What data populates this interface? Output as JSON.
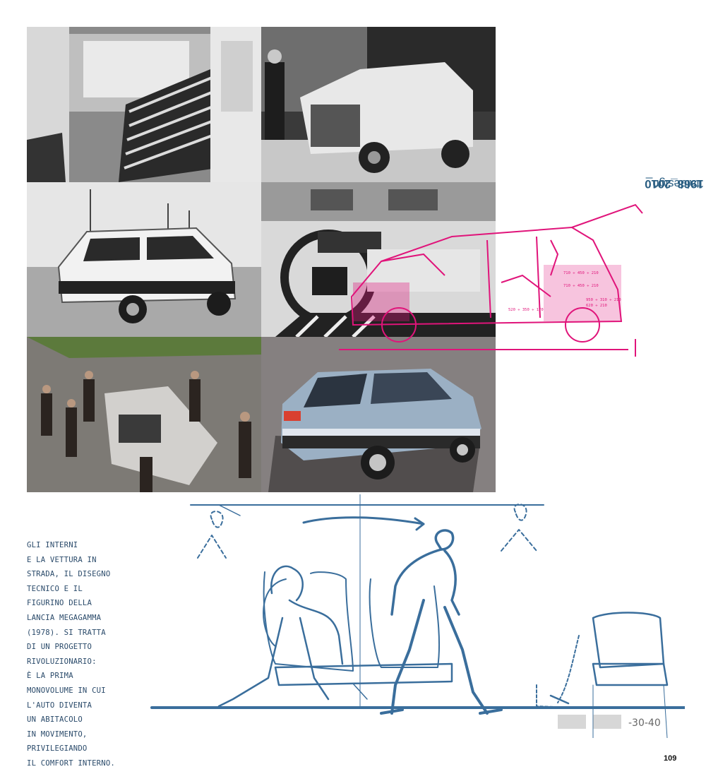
{
  "side_title": {
    "light": "Italdesign_",
    "bold": "1968_2010"
  },
  "caption": {
    "lines": [
      "GLI INTERNI",
      "E LA VETTURA IN",
      "STRADA, IL DISEGNO",
      "TECNICO E IL",
      "FIGURINO DELLA",
      "LANCIA MEGAGAMMA",
      "(1978). SI TRATTA",
      "DI UN PROGETTO",
      "RIVOLUZIONARIO:",
      "È LA PRIMA",
      "MONOVOLUME IN CUI",
      "L'AUTO DIVENTA",
      "UN ABITACOLO",
      "IN MOVIMENTO,",
      "PRIVILEGIANDO",
      "IL COMFORT INTERNO."
    ]
  },
  "sketch_annotation": "-30-40",
  "drawing_dims": {
    "d1": "710 ÷ 450 ÷ 210",
    "d2": "710 ÷ 450 ÷ 210",
    "d3": "950 ÷ 310 ÷ 210",
    "d4": "620 ÷ 210",
    "d5": "520 ÷ 350 ÷ 170"
  },
  "page_number": "109",
  "colors": {
    "title": "#2a5e82",
    "pink": "#e0147a",
    "sketch": "#3a6e9c"
  }
}
